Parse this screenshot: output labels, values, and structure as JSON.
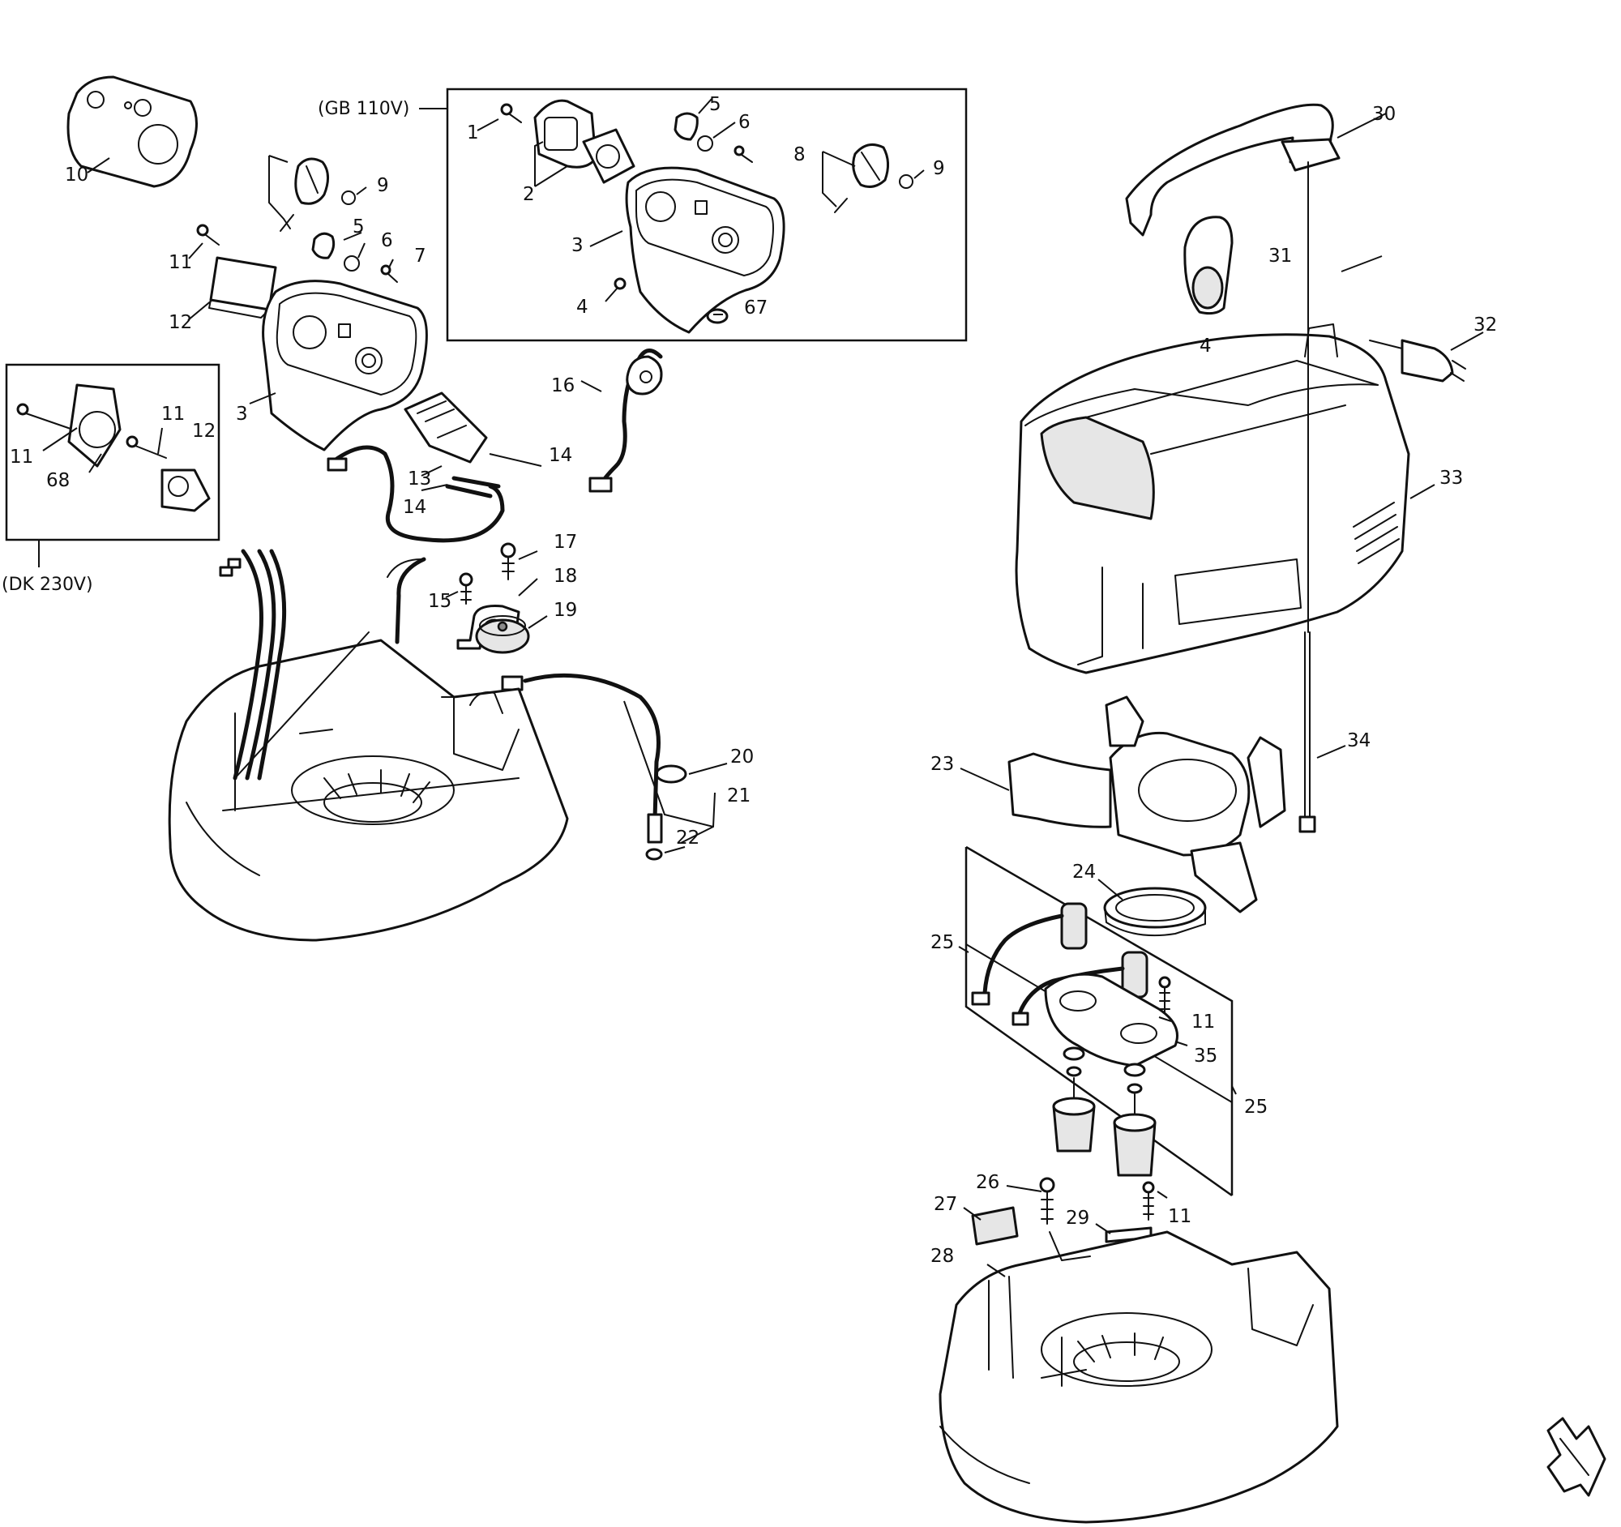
{
  "diagram": {
    "box_labels": {
      "gb": "(GB 110V)",
      "dk": "(DK 230V)"
    },
    "callouts": {
      "c1": "1",
      "c2": "2",
      "c3a": "3",
      "c3b": "3",
      "c4a": "4",
      "c4b": "4",
      "c5a": "5",
      "c5b": "5",
      "c6a": "6",
      "c6b": "6",
      "c7": "7",
      "c8": "8",
      "c9a": "9",
      "c9b": "9",
      "c10": "10",
      "c11a": "11",
      "c11b": "11",
      "c11c": "11",
      "c11d": "11",
      "c11e": "11",
      "c12a": "12",
      "c12b": "12",
      "c13": "13",
      "c14a": "14",
      "c14b": "14",
      "c15": "15",
      "c16": "16",
      "c17": "17",
      "c18": "18",
      "c19": "19",
      "c20": "20",
      "c21": "21",
      "c22": "22",
      "c23": "23",
      "c24": "24",
      "c25a": "25",
      "c25b": "25",
      "c26": "26",
      "c27": "27",
      "c28": "28",
      "c29": "29",
      "c30": "30",
      "c31": "31",
      "c32": "32",
      "c33": "33",
      "c34": "34",
      "c35": "35",
      "c67": "67",
      "c68": "68"
    },
    "icons": {
      "next_page": "next-page-arrow-icon"
    }
  }
}
